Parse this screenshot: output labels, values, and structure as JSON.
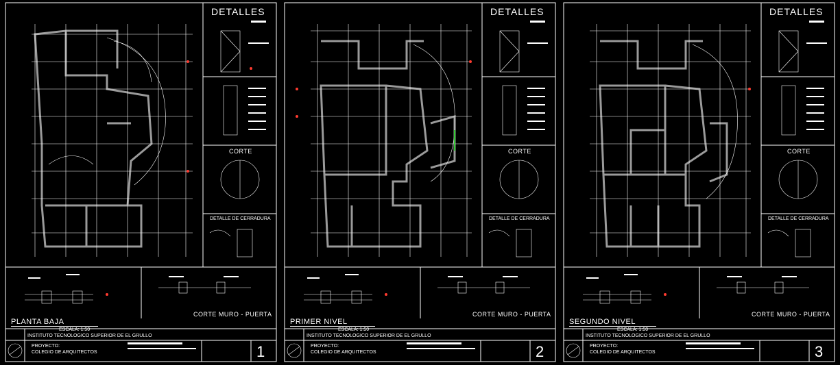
{
  "details_heading": "DETALLES",
  "section_heading": "CORTE",
  "lock_heading": "DETALLE DE CERRADURA",
  "wall_door_label": "CORTE MURO - PUERTA",
  "institution": "INSTITUTO TECNOLOGICO SUPERIOR DE EL GRULLO",
  "project_label": "PROYECTO:",
  "project_name": "COLEGIO DE ARQUITECTOS",
  "scale_label": "ESCALA: 1:50",
  "sheets": [
    {
      "title": "PLANTA BAJA",
      "number": "1"
    },
    {
      "title": "PRIMER NIVEL",
      "number": "2"
    },
    {
      "title": "SEGUNDO NIVEL",
      "number": "3"
    }
  ],
  "colors": {
    "background": "#000000",
    "lines": "#ffffff",
    "walls": "#9a9a9a",
    "accent": "#ff3b30",
    "highlight": "#33cc33"
  }
}
